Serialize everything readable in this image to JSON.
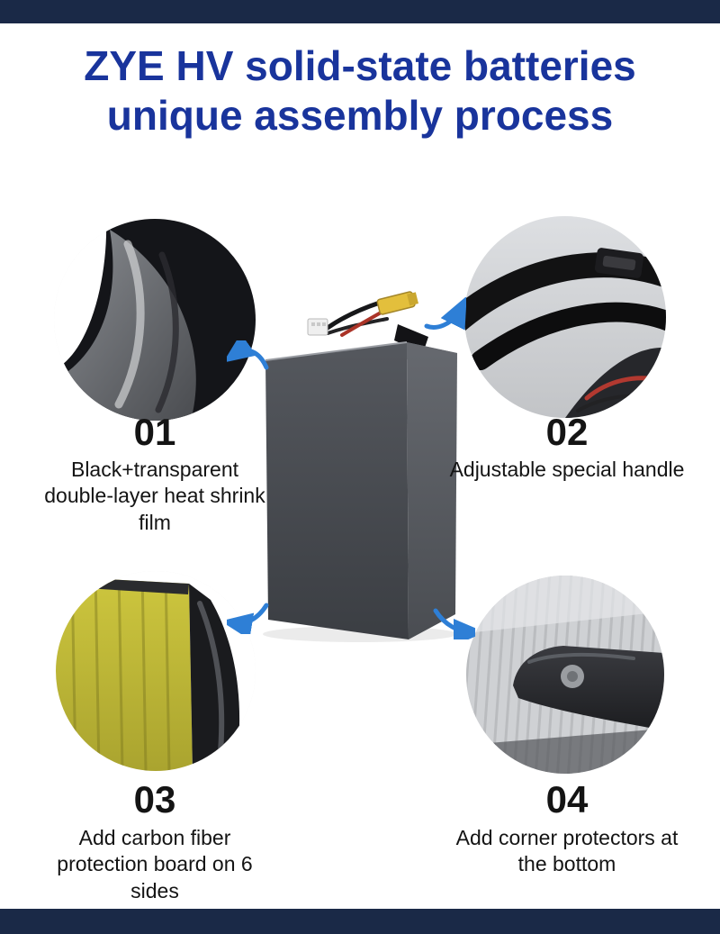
{
  "page": {
    "title_line1": "ZYE HV solid-state batteries",
    "title_line2": "unique assembly process"
  },
  "features": [
    {
      "number": "01",
      "label": "Black+transparent double-layer heat shrink film",
      "photo": "heat-shrink-film-photo"
    },
    {
      "number": "02",
      "label": "Adjustable special handle",
      "photo": "handle-strap-photo"
    },
    {
      "number": "03",
      "label": "Add carbon fiber protection board on 6 sides",
      "photo": "carbon-fiber-board-photo"
    },
    {
      "number": "04",
      "label": "Add corner protectors at the bottom",
      "photo": "corner-protector-photo"
    }
  ],
  "colors": {
    "title_blue": "#19349c",
    "banner_navy": "#1a2947",
    "arrow_blue": "#2e7fd6"
  }
}
